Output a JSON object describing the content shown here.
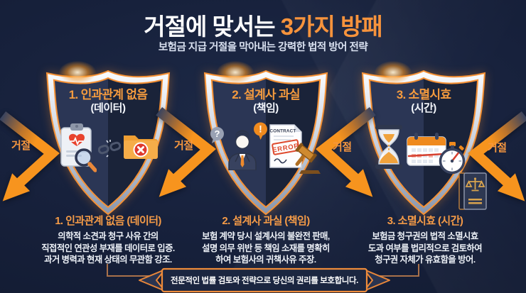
{
  "header": {
    "title_prefix": "거절에 맞서는 ",
    "title_accent": "3가지 방패",
    "subtitle": "보험금 지급 거절을 막아내는 강력한 법적 방어 전략"
  },
  "shields": [
    {
      "title": "1. 인과관계 없음",
      "tag": "(데이터)",
      "icons": [
        "medical-report-icon",
        "magnifier-icon",
        "broken-chain-icon",
        "folder-x-icon"
      ]
    },
    {
      "title": "2. 설계사 과실",
      "tag": "(책임)",
      "icons": [
        "question-bubble-icon",
        "agent-icon",
        "exclamation-bubble-icon",
        "contract-icon",
        "gavel-icon"
      ],
      "question_mark": "?",
      "exclamation_mark": "!",
      "contract_label": "CONTRACT",
      "error_label": "ERROR"
    },
    {
      "title": "3. 소멸시효",
      "tag": "(시간)",
      "icons": [
        "hourglass-icon",
        "calendar-icon",
        "stopwatch-icon"
      ]
    }
  ],
  "arrows": [
    {
      "label": "거절"
    },
    {
      "label": "거절"
    },
    {
      "label": "거절"
    },
    {
      "label": "거절"
    }
  ],
  "sections": [
    {
      "title": "1. 인과관계 없음 (데이터)",
      "lines": [
        "의학적 소견과 청구 사유 간의",
        "직접적인 연관성 부재를 데이터로 입증.",
        "과거 병력과 현재 상태의 무관함 강조."
      ]
    },
    {
      "title": "2. 설계사 과실 (책임)",
      "lines": [
        "보험 계약 당시 설계사의 불완전 판매,",
        "설명 의무 위반 등 책임 소재를 명확히",
        "하여 보험사의 귀책사유 주장."
      ]
    },
    {
      "title": "3. 소멸시효 (시간)",
      "lines": [
        "보험금 청구권의 법적 소멸시효",
        "도과 여부를 법리적으로 검토하여",
        "청구권 자체가 유효함을 방어."
      ]
    }
  ],
  "footer": {
    "banner": "전문적인 법률 검토와 전략으로 당신의 권리를 보호합니다."
  },
  "colors": {
    "accent_orange": "#f7941e",
    "background_navy": "#17213c",
    "rim_silver": "#c7d0dd",
    "error_red": "#de4a2e",
    "text_light": "#eef2f8"
  }
}
